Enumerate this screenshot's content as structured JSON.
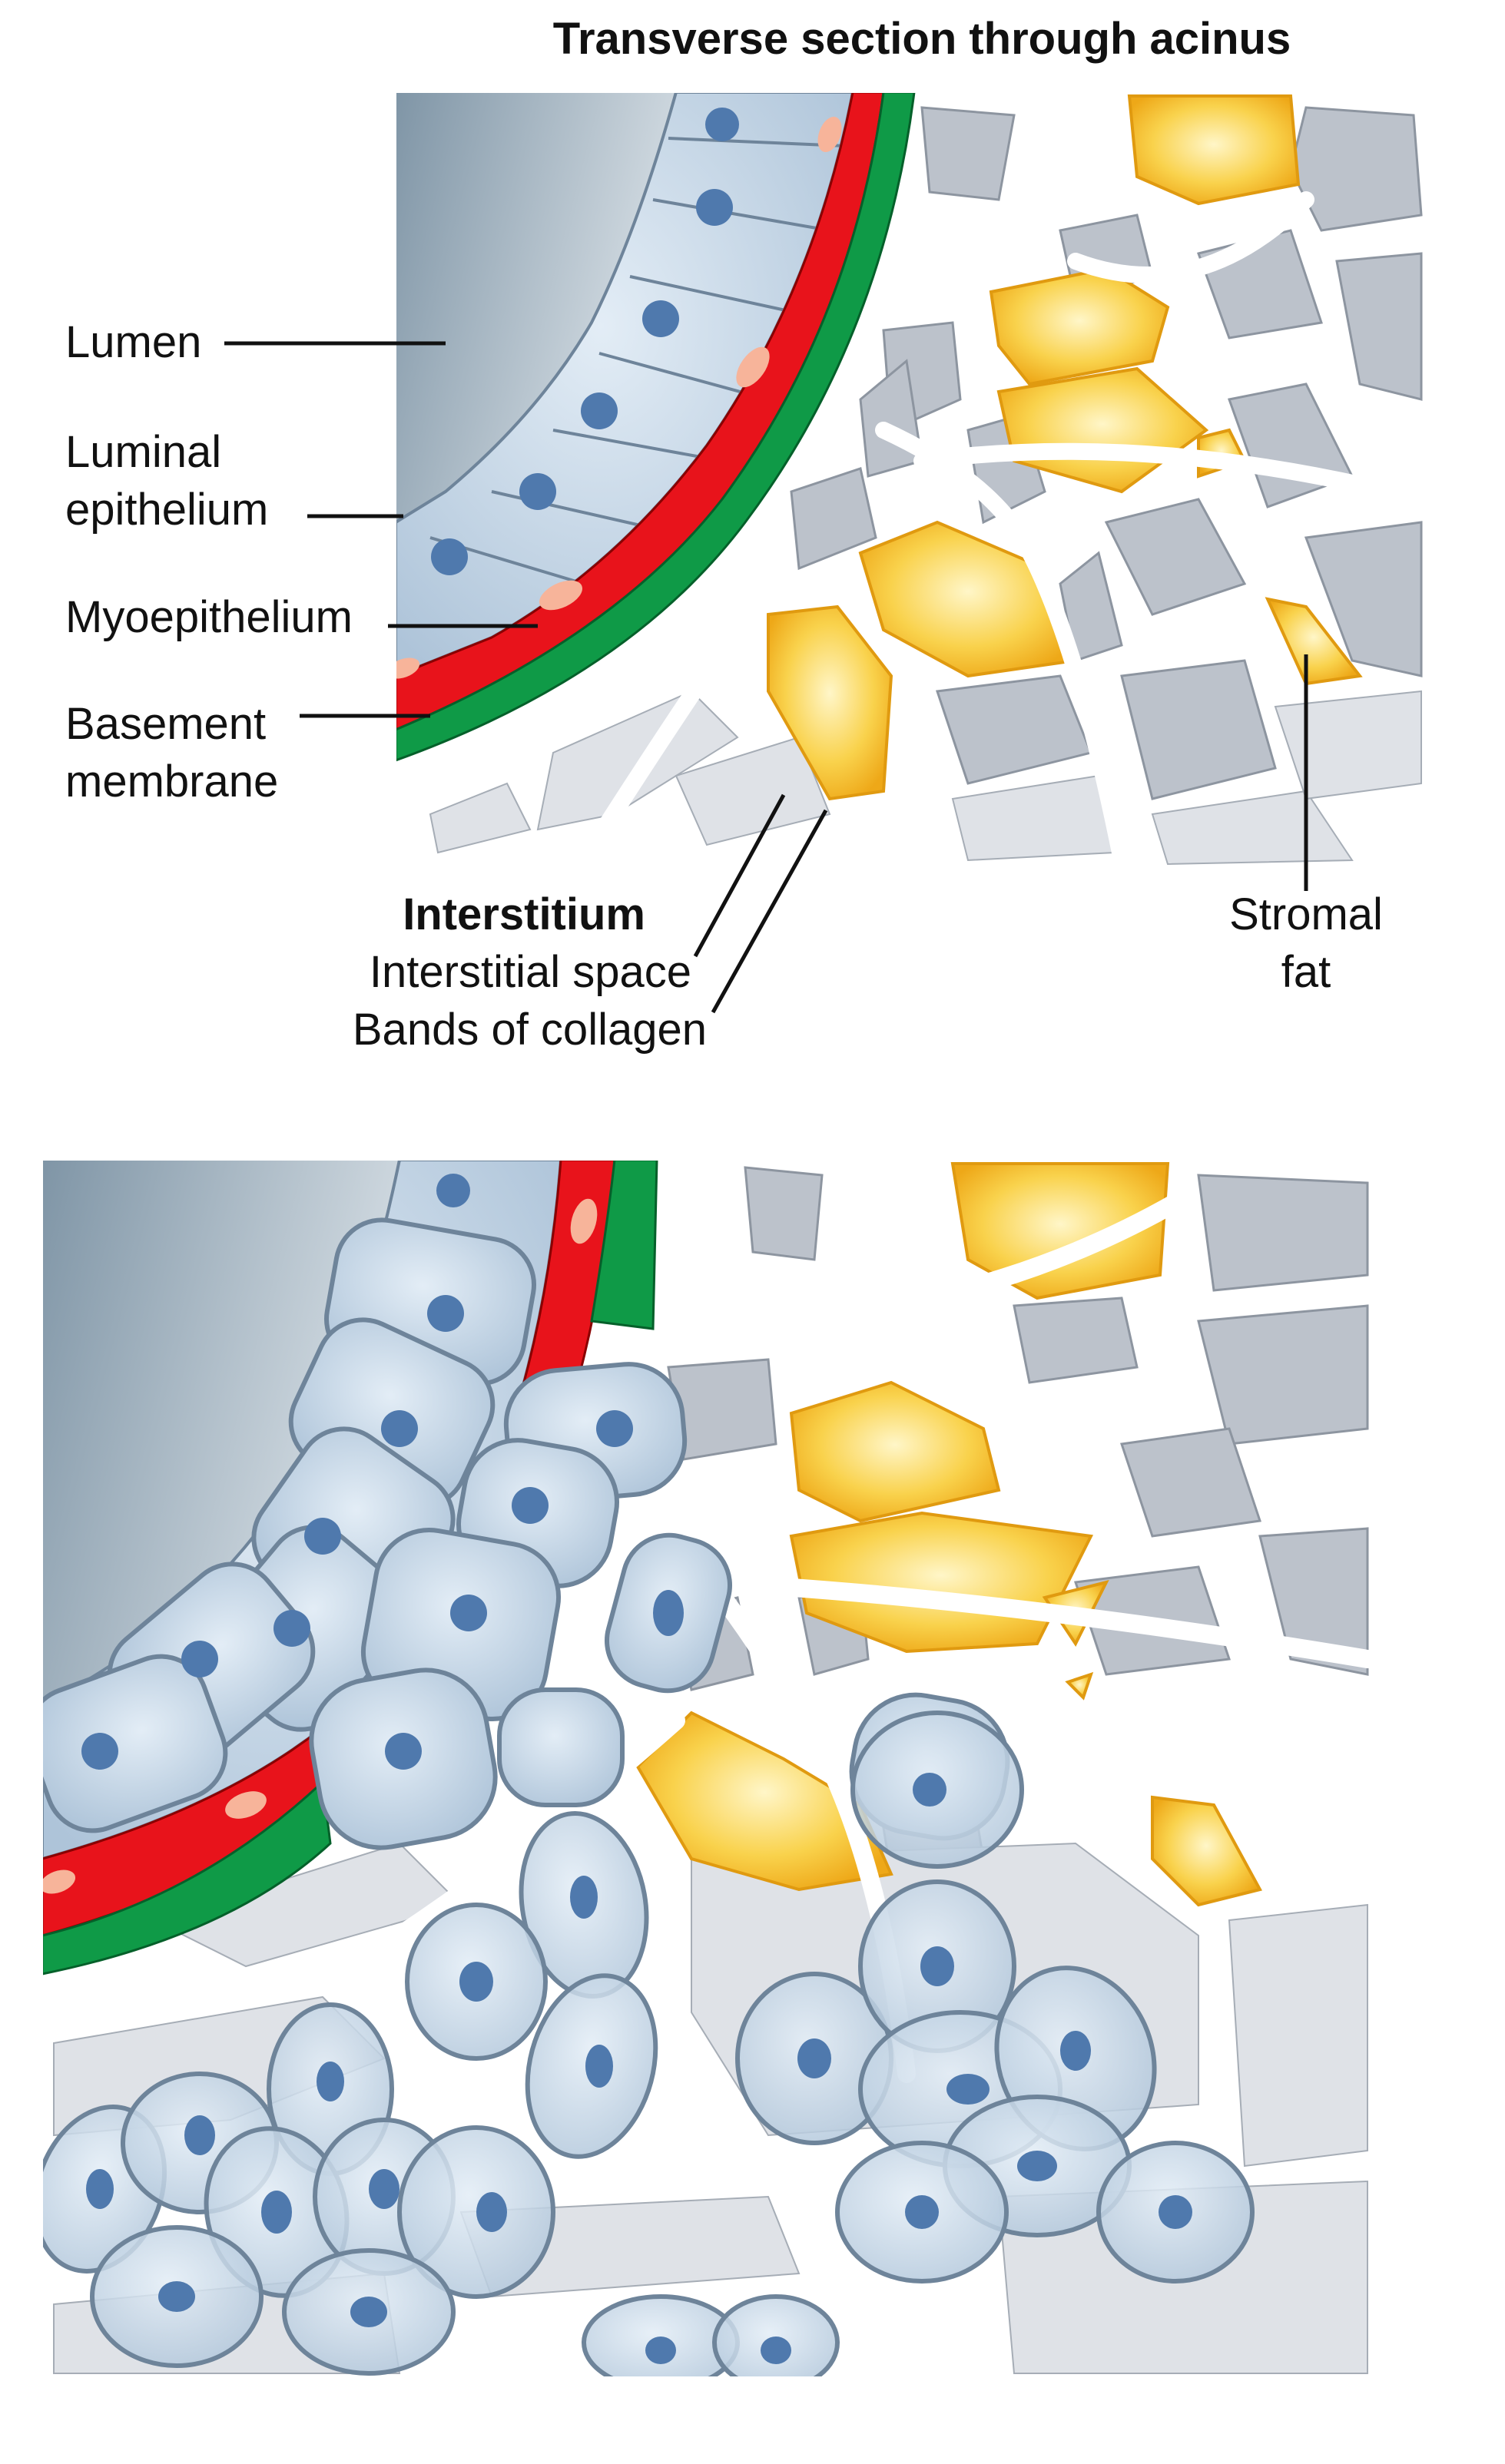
{
  "title": "Transverse section through acinus",
  "labels": {
    "lumen": "Lumen",
    "luminal_1": "Luminal",
    "luminal_2": "epithelium",
    "myoepithelium": "Myoepithelium",
    "basement_1": "Basement",
    "basement_2": "membrane",
    "interstitium": "Interstitium",
    "interstitial_space": "Interstitial space",
    "collagen": "Bands of collagen",
    "stromal_1": "Stromal",
    "stromal_2": "fat"
  },
  "colors": {
    "lumen": "#9fb2c0",
    "epithelial_cell": "#bfd2e4",
    "cell_outline": "#6e849a",
    "nucleus": "#4f79ad",
    "myoepithelium": "#e8131b",
    "myo_nucleus": "#f7b49a",
    "basement_membrane": "#0f9a47",
    "fat": "#f7c42e",
    "stroma": "#b9bfc8",
    "collagen": "#ffffff"
  }
}
